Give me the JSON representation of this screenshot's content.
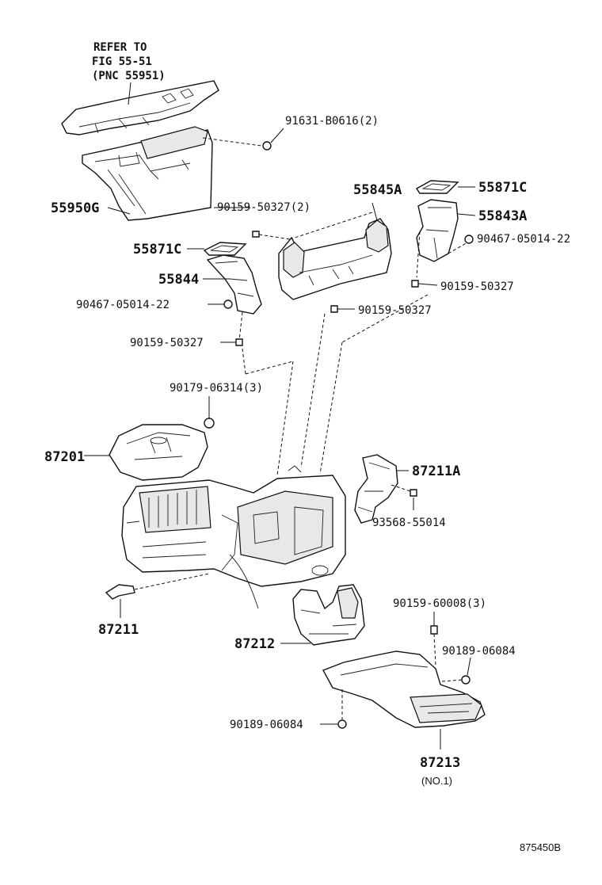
{
  "reference_note": {
    "line1": "REFER TO",
    "line2": "FIG 55-51",
    "line3": "(PNC 55951)"
  },
  "labels": {
    "p91631": "91631-B0616(2)",
    "p55950g": "55950G",
    "p90159_50327_2": "90159-50327(2)",
    "p55845a": "55845A",
    "p55871c_right": "55871C",
    "p55843a": "55843A",
    "p90467_right": "90467-05014-22",
    "p55871c_left": "55871C",
    "p55844": "55844",
    "p90467_left": "90467-05014-22",
    "p90159_50327_center": "90159-50327",
    "p90159_50327_right": "90159-50327",
    "p90159_50327_left": "90159-50327",
    "p90179": "90179-06314(3)",
    "p87201": "87201",
    "p87211a": "87211A",
    "p93568": "93568-55014",
    "p87211": "87211",
    "p90159_60008": "90159-60008(3)",
    "p87212": "87212",
    "p90189_right": "90189-06084",
    "p90189_left": "90189-06084",
    "p87213": "87213",
    "p87213_sub": "(NO.1)"
  },
  "diagram_code": "875450B"
}
